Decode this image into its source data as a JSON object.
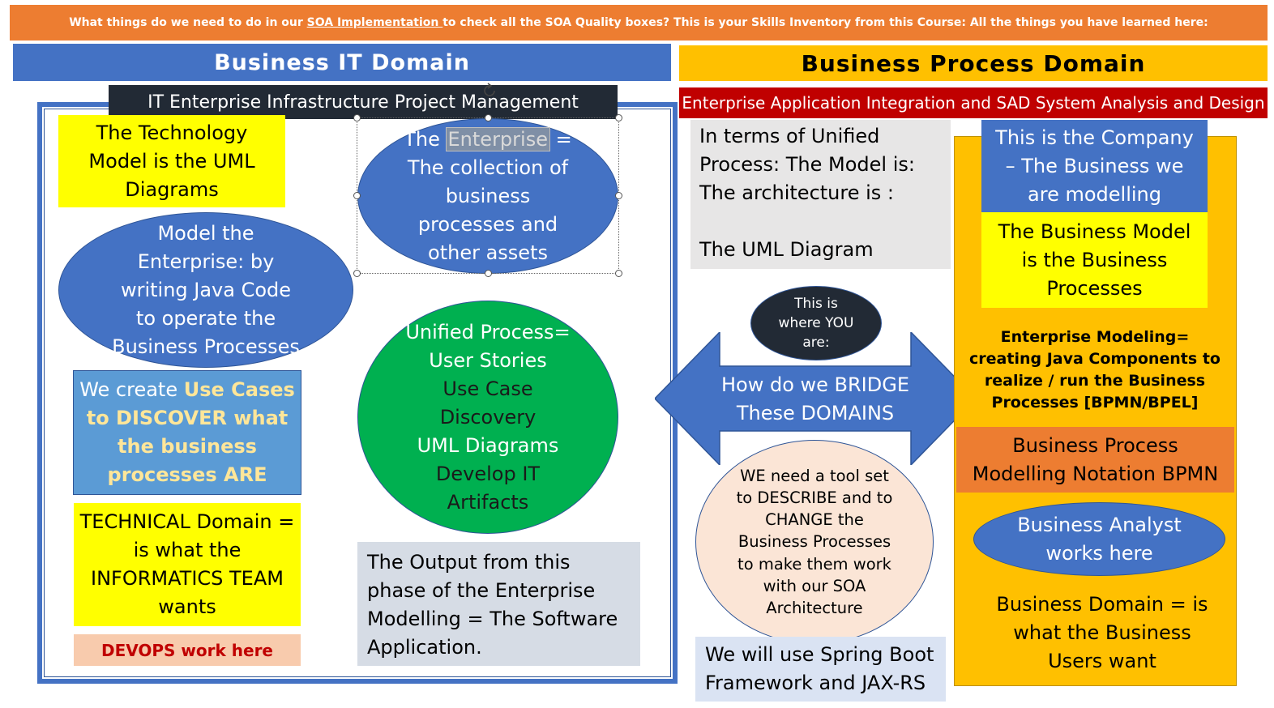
{
  "banner": {
    "before": "What things do we need to do in our ",
    "link": "SOA Implementation ",
    "after": "to check all the SOA Quality boxes? This is your Skills Inventory from this Course: All the things you have learned here:"
  },
  "left_heading": "Business IT Domain",
  "right_heading": "Business Process Domain",
  "it_bar": "IT Enterprise Infrastructure Project Management",
  "eai_bar": "Enterprise Application Integration and SAD System Analysis and Design",
  "tech_model": [
    "The Technology",
    "Model is the UML",
    "Diagrams"
  ],
  "model_enterprise": [
    "Model the",
    "Enterprise:  by",
    "writing Java Code",
    "to operate the",
    "Business Processes"
  ],
  "enterprise": {
    "the": "The ",
    "word": "Enterprise",
    "eq": " =",
    "rest": [
      "The collection of",
      "business",
      "processes and",
      "other assets"
    ]
  },
  "use_cases": {
    "l1a": "We create ",
    "l1b": "Use Cases",
    "rest": [
      "to DISCOVER what",
      "the business",
      "processes ARE"
    ]
  },
  "unified": {
    "top": [
      "Unified Process=",
      "User Stories"
    ],
    "dark": [
      "Use Case",
      "Discovery"
    ],
    "mid": [
      "UML Diagrams"
    ],
    "dark2": [
      "Develop IT",
      "Artifacts"
    ]
  },
  "technical": [
    "TECHNICAL Domain =",
    "is what the",
    "INFORMATICS TEAM",
    "wants"
  ],
  "devops": "DEVOPS work here",
  "output": [
    "The Output from this",
    "phase of the Enterprise",
    "Modelling = The Software",
    "Application."
  ],
  "unified_terms": [
    "In terms of Unified",
    "Process: The Model is:",
    "The architecture is :",
    "",
    "The UML Diagram"
  ],
  "you_are": [
    "This is",
    "where YOU",
    "are:"
  ],
  "bridge": [
    "How do we BRIDGE",
    "These DOMAINS"
  ],
  "tool_set": [
    "WE need a tool set",
    "to DESCRIBE and to",
    "CHANGE the",
    "Business Processes",
    "to make them work",
    "with our SOA",
    "Architecture"
  ],
  "spring": [
    "We will use Spring Boot",
    "Framework and JAX-RS"
  ],
  "company": [
    "This is the Company",
    "– The Business we",
    "are modelling"
  ],
  "biz_model": [
    "The Business Model",
    "is the Business",
    "Processes"
  ],
  "ent_modeling": [
    "Enterprise Modeling=",
    "creating Java Components to",
    "realize / run the Business",
    "Processes [BPMN/BPEL]"
  ],
  "bpmn": [
    "Business Process",
    "Modelling Notation BPMN"
  ],
  "analyst": [
    "Business Analyst",
    "works here"
  ],
  "biz_domain": [
    "Business Domain = is",
    "what the Business",
    "Users want"
  ],
  "colors": {
    "orange": "#ed7d31",
    "blue": "#4472c4",
    "gold": "#ffc000",
    "red": "#c00000",
    "green": "#00b050",
    "yellow": "#ffff00",
    "navy": "#222a35"
  },
  "icons": [
    "rotate-handle-icon"
  ]
}
